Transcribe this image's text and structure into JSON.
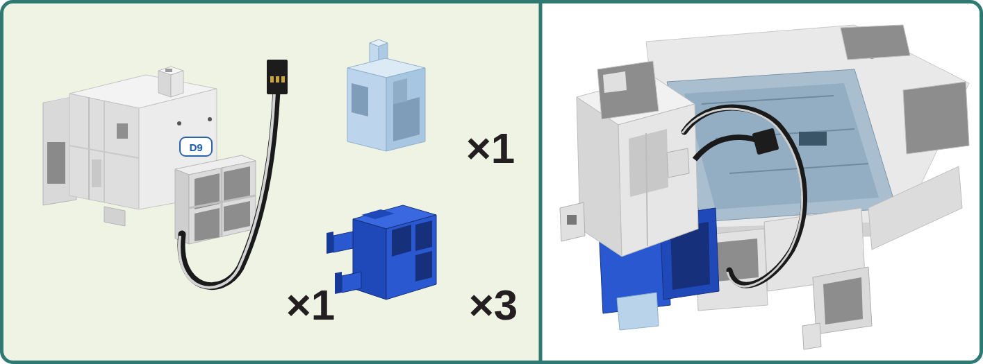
{
  "diagram": {
    "labels": [
      "D9",
      "×1",
      "×1",
      "×3"
    ]
  }
}
